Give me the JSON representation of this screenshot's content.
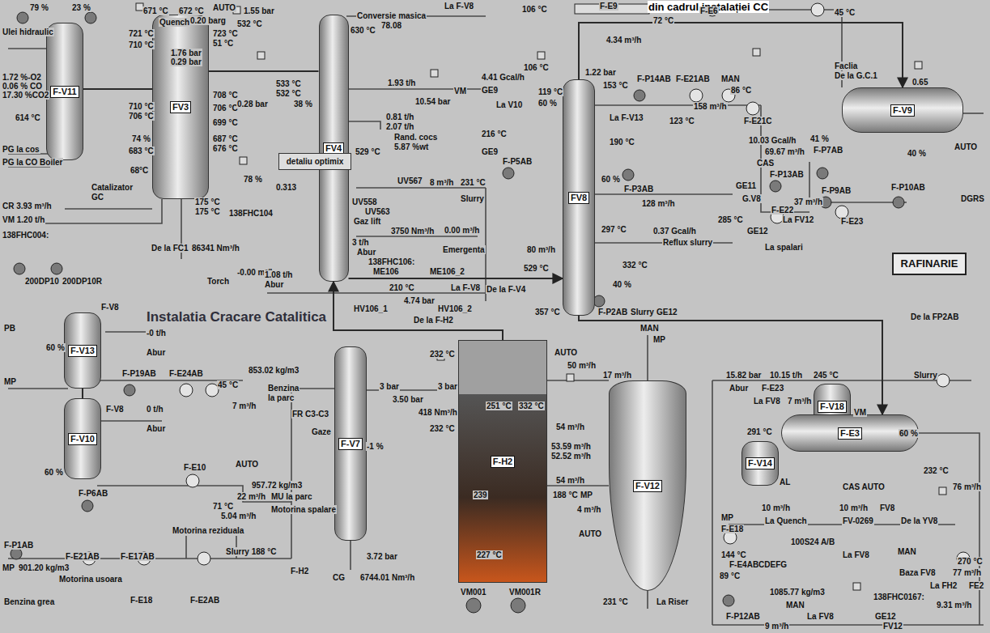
{
  "diagram": {
    "nodes": [
      {
        "text": [
          "F-V11"
        ]
      },
      {
        "text": [
          "FV3"
        ]
      },
      {
        "text": [
          "FV4"
        ]
      },
      {
        "text": [
          "detaliu optimix"
        ]
      },
      {
        "text": [
          "FV8"
        ]
      },
      {
        "text": [
          "F-V9"
        ]
      },
      {
        "text": [
          "RAFINARIE"
        ]
      },
      {
        "text": [
          "F-V13"
        ]
      },
      {
        "text": [
          "F-V10"
        ]
      },
      {
        "text": [
          "F-V7"
        ]
      },
      {
        "text": [
          "F-H2"
        ]
      },
      {
        "text": [
          "F-V12"
        ]
      },
      {
        "text": [
          "F-V18"
        ]
      },
      {
        "text": [
          "F-E3"
        ]
      },
      {
        "text": [
          "F-V14"
        ]
      }
    ],
    "edges": [
      {
        "from": 0,
        "to": 1,
        "arrow": "none"
      },
      {
        "from": 1,
        "to": 2,
        "arrow": "none"
      },
      {
        "from": 2,
        "to": 4,
        "arrow": "to"
      },
      {
        "from": 4,
        "to": 5,
        "arrow": "to"
      },
      {
        "from": 10,
        "to": 2,
        "arrow": "to"
      },
      {
        "from": 4,
        "to": 13,
        "arrow": "to"
      },
      {
        "from": 7,
        "to": 8,
        "arrow": "none"
      }
    ],
    "labels": [
      "din cadrul instalației CC",
      "79 %",
      "23 %",
      "Ulei hidraulic",
      "1.72 %-O2",
      "0.06 % CO",
      "17.30 %CO2",
      "614 °C",
      "PG la cos",
      "PG la CO Boiler",
      "CR 3.93 m³/h",
      "VM 1.20 t/h",
      "138FHC004:",
      "Catalizator",
      "GC",
      "De la FC1",
      "86341 Nm³/h",
      "Torch",
      "-0.00 m³/h",
      "671 °C",
      "672 °C",
      "0.20 barg",
      "AUTO",
      "1.55 bar",
      "532 °C",
      "Quench",
      "721 °C",
      "710 °C",
      "723 °C",
      "51 °C",
      "1.76 bar",
      "0.29 bar",
      "710 °C",
      "706 °C",
      "708 °C",
      "706 °C",
      "699 °C",
      "74 %",
      "683 °C",
      "687 °C",
      "676 °C",
      "68°C",
      "175 °C",
      "175 °C",
      "630 °C",
      "Conversie masica",
      "78.08",
      "La F-V8",
      "533 °C",
      "532 °C",
      "0.28 bar",
      "38 %",
      "1.93 t/h",
      "VM",
      "10.54 bar",
      "0.81 t/h",
      "2.07 t/h",
      "Rand. cocs",
      "5.87 %wt",
      "529 °C",
      "78 %",
      "0.313",
      "138FHC104",
      "UV567",
      "8 m³/h",
      "231 °C",
      "Slurry",
      "UV558",
      "UV563",
      "Gaz lift",
      "3750 Nm³/h",
      "0.00 m³/h",
      "3 t/h",
      "Abur",
      "Emergenta",
      "1.08 t/h",
      "Abur",
      "138FHC106:",
      "ME106",
      "210 °C",
      "ME106_2",
      "La F-V8",
      "4.74 bar",
      "HV106_1",
      "HV106_2",
      "De la F-H2",
      "106 °C",
      "F-E9",
      "72 °C",
      "F-E6",
      "45 °C",
      "4.34 m³/h",
      "106 °C",
      "1.22 bar",
      "4.41 Gcal/h",
      "GE9",
      "119 °C",
      "60 %",
      "La V10",
      "153 °C",
      "F-P14AB",
      "F-E21AB",
      "MAN",
      "86 °C",
      "158 m³/h",
      "123 °C",
      "La F-V13",
      "F-E21C",
      "10.03 Gcal/h",
      "216 °C",
      "GE9",
      "F-P5AB",
      "190 °C",
      "60 %",
      "F-P3AB",
      "128 m³/h",
      "GE11",
      "297 °C",
      "0.37 Gcal/h",
      "285 °C",
      "GE12",
      "Reflux slurry",
      "332 °C",
      "80 m³/h",
      "De la F-V4",
      "529 °C",
      "40 %",
      "357 °C",
      "F-P2AB",
      "Slurry",
      "GE12",
      "De la FP2AB",
      "F-P13AB",
      "CAS",
      "F-E22",
      "La FV12",
      "La spalari",
      "Faclia",
      "De la G.C.1",
      "0.65",
      "41 %",
      "69.67 m³/h",
      "F-P7AB",
      "40 %",
      "AUTO",
      "G.V8",
      "37 m³/h",
      "F-P9AB",
      "F-P10AB",
      "F-E23",
      "DGRS",
      "200DP10",
      "200DP10R",
      "Instalatia Cracare Catalitica",
      "PB",
      "60 %",
      "-0 t/h",
      "Abur",
      "F-V8",
      "F-P19AB",
      "F-E24AB",
      "45 °C",
      "853.02 kg/m3",
      "Benzina",
      "la parc",
      "7 m³/h",
      "MP",
      "F-V8",
      "0 t/h",
      "Abur",
      "60 %",
      "F-P6AB",
      "F-E10",
      "AUTO",
      "957.72 kg/m3",
      "22 m³/h",
      "MU la parc",
      "71 °C",
      "5.04 m³/h",
      "Motorina spalare",
      "Motorina reziduala",
      "F-P1AB",
      "F-E21AB",
      "F-E17AB",
      "MP",
      "901.20 kg/m3",
      "Motorina usoara",
      "Benzina grea",
      "F-E18",
      "F-E2AB",
      "Slurry 188 °C",
      "F-H2",
      "FR C3-C3",
      "Gaze",
      "-1 %",
      "3.72 bar",
      "CG",
      "6744.01 Nm³/h",
      "3 bar",
      "3 bar",
      "3.50 bar",
      "418 Nm³/h",
      "232 °C",
      "232 °C",
      "251 °C",
      "332 °C",
      "AUTO",
      "50 m³/h",
      "54 m³/h",
      "53.59 m³/h",
      "52.52 m³/h",
      "54 m³/h",
      "239",
      "188 °C",
      "MP",
      "227 °C",
      "VM001",
      "VM001R",
      "MAN",
      "MP",
      "17 m³/h",
      "4 m³/h",
      "AUTO",
      "231 °C",
      "La Riser",
      "15.82 bar",
      "10.15 t/h",
      "245 °C",
      "Slurry",
      "Abur",
      "F-E23",
      "La FV8",
      "7 m³/h",
      "VM",
      "291 °C",
      "AL",
      "60 %",
      "232 °C",
      "76 m³/h",
      "CAS AUTO",
      "10 m³/h",
      "10 m³/h",
      "FV8",
      "La Quench",
      "FV-0269",
      "De la YV8",
      "MP",
      "F-E18",
      "144 °C",
      "F-E4ABCDEFG",
      "89 °C",
      "100S24 A/B",
      "La FV8",
      "MAN",
      "270 °C",
      "Baza FV8",
      "77 m³/h",
      "FE2",
      "1085.77 kg/m3",
      "La FH2",
      "138FHC0167:",
      "9.31 m³/h",
      "MAN",
      "La FV8",
      "GE12",
      "FV12",
      "F-P12AB",
      "9 m³/h"
    ]
  }
}
